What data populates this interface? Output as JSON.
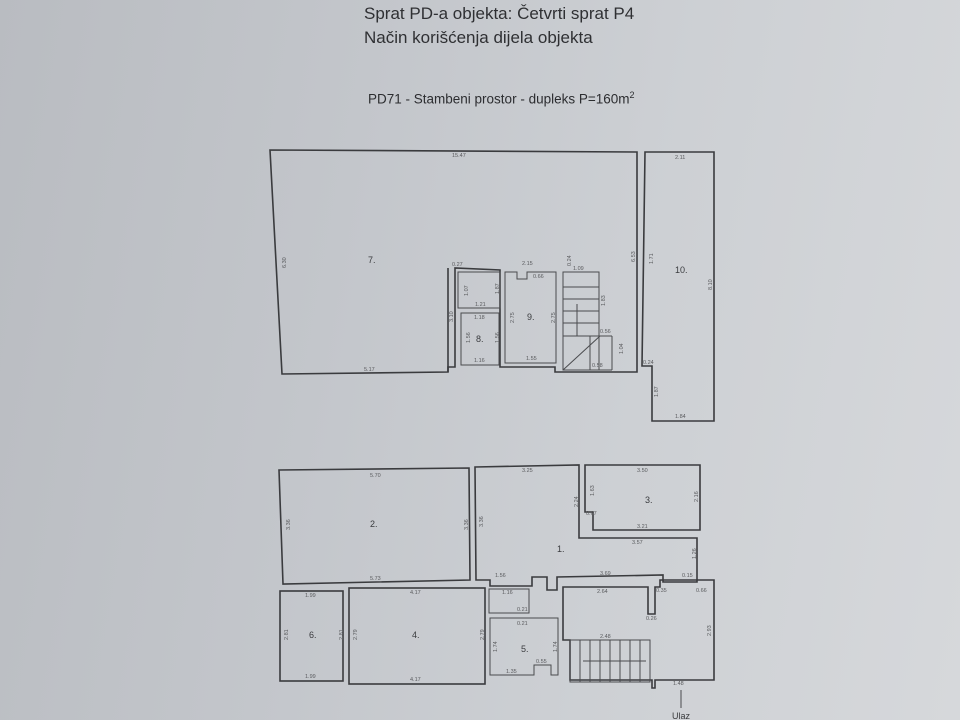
{
  "header": {
    "line1": "Sprat PD-a objekta: Četvrti sprat  P4",
    "line2": "Način korišćenja dijela objekta"
  },
  "unit": {
    "label": "PD71 - Stambeni prostor - dupleks P=160m",
    "area_superscript": "2"
  },
  "upper_level": {
    "rooms": {
      "r7": "7.",
      "r8": "8.",
      "r9": "9.",
      "r10": "10."
    },
    "dims": {
      "r7_top": "15.47",
      "r7_left": "6.30",
      "r7_bottom": "5.17",
      "r7_inner": "3.10",
      "r7_right": "6.53",
      "small_a": "0.27",
      "small_b": "1.07",
      "small_c": "1.21",
      "small_d": "1.87",
      "r8_top": "1.18",
      "r8_left": "1.56",
      "r8_right": "1.56",
      "r8_bottom": "1.16",
      "r9_top": "2.15",
      "r9_left": "2.75",
      "r9_right": "2.75",
      "r9_bottom": "1.55",
      "r9_notch": "0.66",
      "stair_top": "1.09",
      "stair_side": "1.83",
      "stair_b": "0.56",
      "stair_c": "1.04",
      "stair_d": "0.58",
      "stair_e": "0.24",
      "r10_top": "2.11",
      "r10_left": "1.71",
      "r10_right": "8.10",
      "r10_lower": "1.87",
      "r10_step": "0.24",
      "r10_bottom": "1.84"
    }
  },
  "lower_level": {
    "rooms": {
      "r1": "1.",
      "r2": "2.",
      "r3": "3.",
      "r4": "4.",
      "r5": "5.",
      "r6": "6."
    },
    "dims": {
      "r2_top": "5.70",
      "r2_left": "3.36",
      "r2_right": "3.36",
      "r2_bottom": "5.73",
      "r1_top": "3.25",
      "r1_left": "3.36",
      "r1_mid": "2.24",
      "r1_step": "3.57",
      "r1_right": "1.26",
      "r1_bl": "1.56",
      "r1_bm": "3.69",
      "r1_br": "0.15",
      "r3_top": "3.50",
      "r3_left": "1.63",
      "r3_right": "2.16",
      "r3_bottom": "3.21",
      "r3_notch": "0.67",
      "r6_top": "1.99",
      "r6_left": "2.81",
      "r6_right": "2.81",
      "r6_bottom": "1.99",
      "r4_top": "4.17",
      "r4_left": "2.79",
      "r4_right": "2.79",
      "r4_bottom": "4.17",
      "hall_top": "1.16",
      "hall_bottom": "0.21",
      "r5_top": "0.21",
      "r5_left": "1.74",
      "r5_right": "1.74",
      "r5_bottom": "1.35",
      "r5_notch": "0.55",
      "rc_top": "2.64",
      "rc_stair": "2.48",
      "rc_right": "2.93",
      "rc_bottom": "1.48",
      "rc_a": "0.35",
      "rc_b": "0.26",
      "rc_c": "0.66"
    },
    "entry_label": "Ulaz"
  }
}
